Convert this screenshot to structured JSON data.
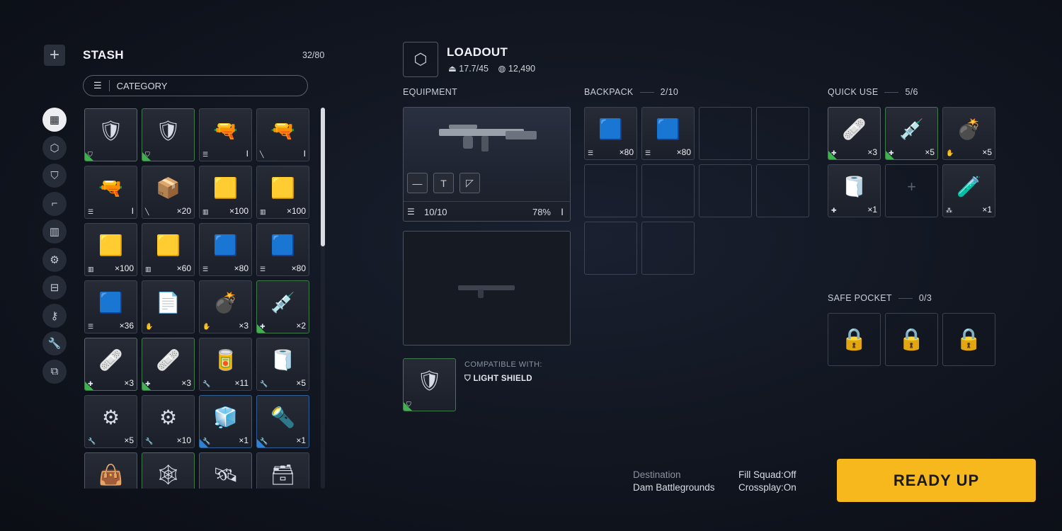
{
  "stash": {
    "title": "STASH",
    "count": "32/80",
    "category_label": "CATEGORY",
    "sidebar_icons": [
      "grid-icon",
      "loadout-icon",
      "shield-icon",
      "gun-icon",
      "ammo-icon",
      "mods-icon",
      "toolbox-icon",
      "key-icon",
      "wrench-icon",
      "blocks-icon"
    ],
    "items": [
      {
        "name": "light-shield",
        "art": "🛡",
        "rarity": "green",
        "type": "shield",
        "count": ""
      },
      {
        "name": "light-shield",
        "art": "🛡",
        "rarity": "green",
        "type": "shield",
        "count": ""
      },
      {
        "name": "rifle",
        "art": "🔫",
        "rarity": "",
        "type": "ammo",
        "count": "I"
      },
      {
        "name": "rifle",
        "art": "🔫",
        "rarity": "",
        "type": "light",
        "count": "I"
      },
      {
        "name": "pistol",
        "art": "🔫",
        "rarity": "",
        "type": "ammo",
        "count": "I"
      },
      {
        "name": "ammo-box",
        "art": "📦",
        "rarity": "",
        "type": "light",
        "count": "×20"
      },
      {
        "name": "light-ammo",
        "art": "🟨",
        "rarity": "",
        "type": "light-ammo",
        "count": "×100"
      },
      {
        "name": "light-ammo",
        "art": "🟨",
        "rarity": "",
        "type": "light-ammo",
        "count": "×100"
      },
      {
        "name": "light-ammo",
        "art": "🟨",
        "rarity": "",
        "type": "light-ammo",
        "count": "×100"
      },
      {
        "name": "light-ammo",
        "art": "🟨",
        "rarity": "",
        "type": "light-ammo",
        "count": "×60"
      },
      {
        "name": "medium-ammo",
        "art": "🟦",
        "rarity": "",
        "type": "ammo",
        "count": "×80"
      },
      {
        "name": "medium-ammo",
        "art": "🟦",
        "rarity": "",
        "type": "ammo",
        "count": "×80"
      },
      {
        "name": "medium-ammo",
        "art": "🟦",
        "rarity": "",
        "type": "ammo",
        "count": "×36"
      },
      {
        "name": "bandage-pack",
        "art": "📄",
        "rarity": "",
        "type": "hand",
        "count": ""
      },
      {
        "name": "grenade",
        "art": "💣",
        "rarity": "",
        "type": "hand",
        "count": "×3"
      },
      {
        "name": "stim",
        "art": "💉",
        "rarity": "green",
        "type": "med",
        "count": "×2"
      },
      {
        "name": "bandage",
        "art": "🩹",
        "rarity": "green",
        "type": "med",
        "count": "×3"
      },
      {
        "name": "bandage",
        "art": "🩹",
        "rarity": "green",
        "type": "med",
        "count": "×3"
      },
      {
        "name": "canister",
        "art": "🥫",
        "rarity": "",
        "type": "tool",
        "count": "×11"
      },
      {
        "name": "fabric",
        "art": "🧻",
        "rarity": "",
        "type": "tool",
        "count": "×5"
      },
      {
        "name": "scrap",
        "art": "⚙",
        "rarity": "",
        "type": "tool",
        "count": "×5"
      },
      {
        "name": "parts",
        "art": "⚙",
        "rarity": "",
        "type": "tool",
        "count": "×10"
      },
      {
        "name": "device",
        "art": "🧊",
        "rarity": "blue",
        "type": "tool",
        "count": "×1"
      },
      {
        "name": "cylinder",
        "art": "🔦",
        "rarity": "blue",
        "type": "tool",
        "count": "×1"
      },
      {
        "name": "bag",
        "art": "👜",
        "rarity": "blue",
        "type": "",
        "count": ""
      },
      {
        "name": "frame",
        "art": "🕸",
        "rarity": "green",
        "type": "",
        "count": ""
      },
      {
        "name": "turret",
        "art": "🛰",
        "rarity": "blue",
        "type": "",
        "count": ""
      },
      {
        "name": "crate",
        "art": "🗃",
        "rarity": "",
        "type": "",
        "count": ""
      }
    ]
  },
  "loadout": {
    "title": "LOADOUT",
    "weight": "17.7/45",
    "credits": "12,490",
    "equipment_label": "EQUIPMENT",
    "weapon_ammo": "10/10",
    "weapon_durability": "78%",
    "compatible_label": "COMPATIBLE WITH:",
    "compatible_value": "LIGHT SHIELD"
  },
  "backpack": {
    "label": "BACKPACK",
    "count": "2/10",
    "items": [
      {
        "art": "🟦",
        "count": "×80"
      },
      {
        "art": "🟦",
        "count": "×80"
      }
    ]
  },
  "quick_use": {
    "label": "QUICK USE",
    "count": "5/6",
    "items": [
      {
        "art": "🩹",
        "rarity": "green",
        "type": "med",
        "count": "×3"
      },
      {
        "art": "💉",
        "rarity": "green",
        "type": "med",
        "count": "×5"
      },
      {
        "art": "💣",
        "rarity": "",
        "type": "hand",
        "count": "×5"
      },
      {
        "art": "🧻",
        "rarity": "",
        "type": "med",
        "count": "×1"
      },
      {
        "art": "+",
        "rarity": "",
        "type": "",
        "count": ""
      },
      {
        "art": "🧪",
        "rarity": "",
        "type": "cluster",
        "count": "×1"
      }
    ]
  },
  "safe_pocket": {
    "label": "SAFE POCKET",
    "count": "0/3"
  },
  "footer": {
    "destination_label": "Destination",
    "destination_value": "Dam Battlegrounds",
    "fill_squad": "Fill Squad:Off",
    "crossplay": "Crossplay:On",
    "ready_label": "READY UP"
  },
  "colors": {
    "accent": "#f7b81d",
    "rarity_green": "#3fb14f",
    "rarity_blue": "#2d82d8"
  }
}
